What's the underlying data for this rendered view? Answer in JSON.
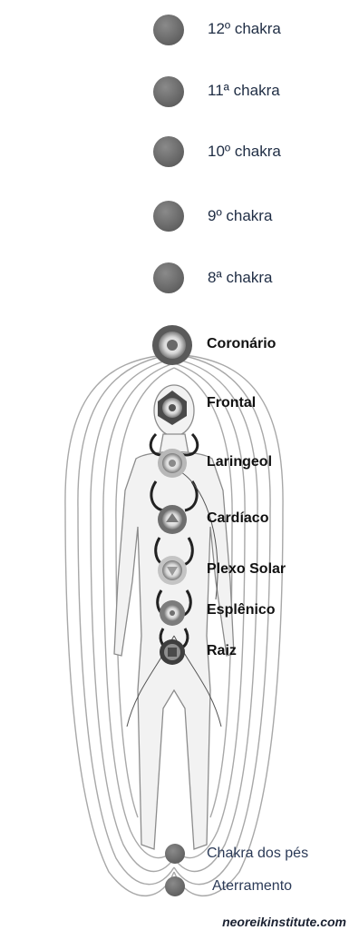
{
  "upper_chakras": [
    {
      "label": "12º chakra"
    },
    {
      "label": "11ª chakra"
    },
    {
      "label": "10º chakra"
    },
    {
      "label": "9º chakra"
    },
    {
      "label": "8ª chakra"
    }
  ],
  "main_chakras": [
    {
      "label": "Coronário"
    },
    {
      "label": "Frontal"
    },
    {
      "label": "Laringeol"
    },
    {
      "label": "Cardíaco"
    },
    {
      "label": "Plexo Solar"
    },
    {
      "label": "Esplênico"
    },
    {
      "label": "Raiz"
    }
  ],
  "lower_points": [
    {
      "label": "Chakra dos pés"
    },
    {
      "label": "Aterramento"
    }
  ],
  "credit": "neoreikinstitute.com",
  "colors": {
    "chakra_disc": "#6f6f6f",
    "energy_lines": "#9a9a9a",
    "label_text": "#1f2d44"
  }
}
